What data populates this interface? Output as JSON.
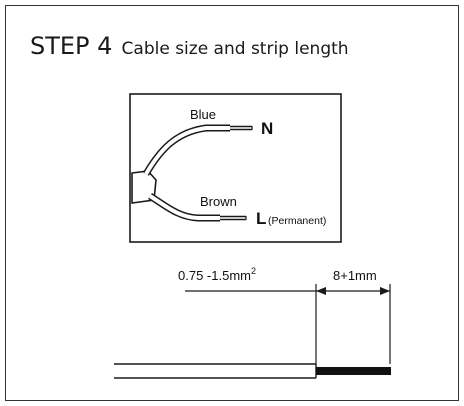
{
  "heading": {
    "step": "STEP 4",
    "subtitle": "Cable size and strip length"
  },
  "wiring": {
    "top_wire_color": "Blue",
    "top_terminal": "N",
    "bottom_wire_color": "Brown",
    "bottom_terminal": "L",
    "bottom_terminal_note": "(Permanent)"
  },
  "dimensions": {
    "cable_size_base": "0.75 -1.5mm",
    "cable_size_exp": "2",
    "strip_length": "8+1mm"
  }
}
